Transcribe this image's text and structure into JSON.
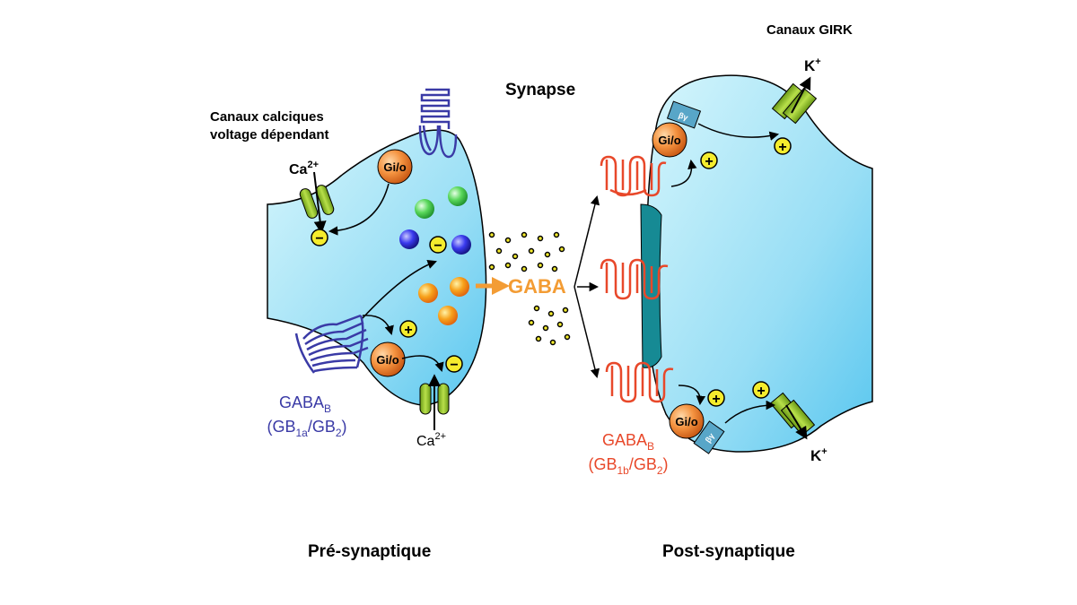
{
  "labels": {
    "synapse": "Synapse",
    "canaux_girk": "Canaux GIRK",
    "canaux_calciques_1": "Canaux calciques",
    "canaux_calciques_2": "voltage dépendant",
    "pre_synaptique": "Pré-synaptique",
    "post_synaptique": "Post-synaptique",
    "gaba": "GABA",
    "gio": "Gi/o",
    "ca": "Ca",
    "ca_sup": "2+",
    "k": "K",
    "k_sup": "+",
    "plus": "+",
    "minus": "−",
    "beta": "βγ"
  },
  "receptor_pre": {
    "main": "GABA",
    "sub": "B",
    "line2_a": "(GB",
    "line2_sub1": "1a",
    "line2_b": "/GB",
    "line2_sub2": "2",
    "line2_c": ")"
  },
  "receptor_post": {
    "main": "GABA",
    "sub": "B",
    "line2_a": "(GB",
    "line2_sub1": "1b",
    "line2_b": "/GB",
    "line2_sub2": "2",
    "line2_c": ")"
  },
  "colors": {
    "cell_fill_light": "#cdf3fb",
    "cell_fill_dark": "#5bc8ef",
    "receptor_pre": "#3a3aa6",
    "receptor_post": "#e8482a",
    "gaba_text": "#f39c34",
    "channel_green": "#8cbd2a",
    "gio_orange": "#f07a22",
    "sign_yellow": "#f5ec2d",
    "membrane_teal": "#168a94"
  }
}
